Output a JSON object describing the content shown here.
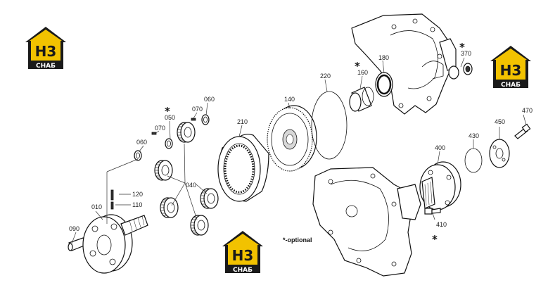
{
  "labels": {
    "p010": "010",
    "p040": "040",
    "p050": "050",
    "p060a": "060",
    "p060b": "060",
    "p070a": "070",
    "p070b": "070",
    "p090": "090",
    "p110": "110",
    "p120": "120",
    "p140": "140",
    "p160": "160",
    "p180": "180",
    "p210": "210",
    "p220": "220",
    "p370": "370",
    "p400": "400",
    "p410": "410",
    "p430": "430",
    "p450": "450",
    "p470": "470"
  },
  "stars": {
    "s050": "*",
    "s160": "*",
    "s370": "*",
    "s410": "*"
  },
  "note": "*-optional",
  "logo": {
    "letters": "H3",
    "sub": "СНАБ",
    "colors": {
      "yellow": "#f2c200",
      "dark": "#1a1a1a"
    }
  }
}
